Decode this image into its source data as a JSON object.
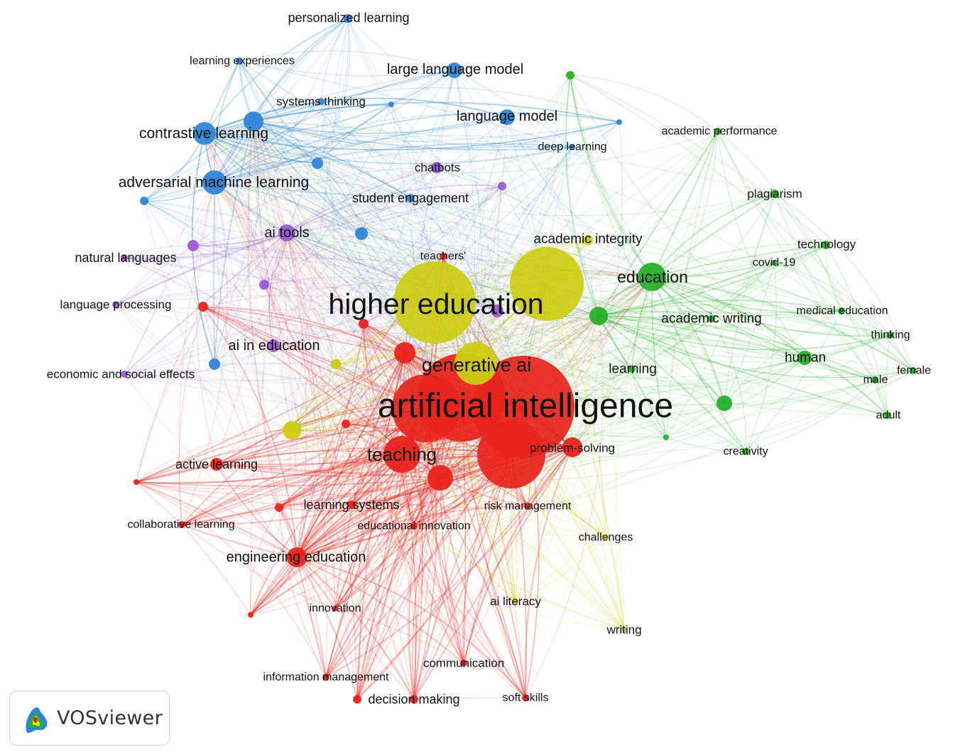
{
  "app": {
    "name": "VOSviewer",
    "logo_icon": "vosviewer-logo-icon"
  },
  "colors": {
    "red": "#e8231c",
    "yellow": "#cccc12",
    "green": "#27b02a",
    "blue": "#2f86d6",
    "purple": "#9b5bd1"
  },
  "nodes": [
    {
      "id": "artificial-intelligence",
      "label": "artificial intelligence",
      "cluster": "red"
    },
    {
      "id": "higher-education",
      "label": "higher education",
      "cluster": "yellow"
    },
    {
      "id": "generative-ai",
      "label": "generative ai",
      "cluster": "yellow"
    },
    {
      "id": "teaching",
      "label": "teaching",
      "cluster": "red"
    },
    {
      "id": "problem-solving",
      "label": "problem-solving",
      "cluster": "red"
    },
    {
      "id": "education",
      "label": "education",
      "cluster": "green"
    },
    {
      "id": "academic-integrity",
      "label": "academic integrity",
      "cluster": "yellow"
    },
    {
      "id": "academic-writing",
      "label": "academic writing",
      "cluster": "green"
    },
    {
      "id": "learning",
      "label": "learning",
      "cluster": "green"
    },
    {
      "id": "creativity",
      "label": "creativity",
      "cluster": "green"
    },
    {
      "id": "human",
      "label": "human",
      "cluster": "green"
    },
    {
      "id": "medical-education",
      "label": "medical education",
      "cluster": "green"
    },
    {
      "id": "thinking",
      "label": "thinking",
      "cluster": "green"
    },
    {
      "id": "female",
      "label": "female",
      "cluster": "green"
    },
    {
      "id": "male",
      "label": "male",
      "cluster": "green"
    },
    {
      "id": "adult",
      "label": "adult",
      "cluster": "green"
    },
    {
      "id": "covid-19",
      "label": "covid-19",
      "cluster": "green"
    },
    {
      "id": "technology",
      "label": "technology",
      "cluster": "green"
    },
    {
      "id": "plagiarism",
      "label": "plagiarism",
      "cluster": "green"
    },
    {
      "id": "academic-performance",
      "label": "academic performance",
      "cluster": "green"
    },
    {
      "id": "deep-learning",
      "label": "deep learning",
      "cluster": "blue"
    },
    {
      "id": "language-model",
      "label": "language model",
      "cluster": "blue"
    },
    {
      "id": "large-language-model",
      "label": "large language model",
      "cluster": "blue"
    },
    {
      "id": "personalized-learning",
      "label": "personalized learning",
      "cluster": "blue"
    },
    {
      "id": "learning-experiences",
      "label": "learning experiences",
      "cluster": "blue"
    },
    {
      "id": "systems-thinking",
      "label": "systems thinking",
      "cluster": "blue"
    },
    {
      "id": "contrastive-learning",
      "label": "contrastive learning",
      "cluster": "blue"
    },
    {
      "id": "adversarial-machine-learning",
      "label": "adversarial machine learning",
      "cluster": "blue"
    },
    {
      "id": "chatbots",
      "label": "chatbots",
      "cluster": "purple"
    },
    {
      "id": "student-engagement",
      "label": "student engagement",
      "cluster": "blue"
    },
    {
      "id": "ai-tools",
      "label": "ai tools",
      "cluster": "purple"
    },
    {
      "id": "natural-languages",
      "label": "natural languages",
      "cluster": "purple"
    },
    {
      "id": "language-processing",
      "label": "language processing",
      "cluster": "purple"
    },
    {
      "id": "ai-in-education",
      "label": "ai in education",
      "cluster": "purple"
    },
    {
      "id": "economic-and-social-effects",
      "label": "economic and social effects",
      "cluster": "purple"
    },
    {
      "id": "teachers",
      "label": "teachers'",
      "cluster": "red"
    },
    {
      "id": "active-learning",
      "label": "active learning",
      "cluster": "red"
    },
    {
      "id": "collaborative-learning",
      "label": "collaborative learning",
      "cluster": "red"
    },
    {
      "id": "learning-systems",
      "label": "learning systems",
      "cluster": "red"
    },
    {
      "id": "educational-innovation",
      "label": "educational innovation",
      "cluster": "red"
    },
    {
      "id": "risk-management",
      "label": "risk management",
      "cluster": "red"
    },
    {
      "id": "challenges",
      "label": "challenges",
      "cluster": "yellow"
    },
    {
      "id": "engineering-education",
      "label": "engineering education",
      "cluster": "red"
    },
    {
      "id": "innovation",
      "label": "innovation",
      "cluster": "red"
    },
    {
      "id": "ai-literacy",
      "label": "ai literacy",
      "cluster": "yellow"
    },
    {
      "id": "writing",
      "label": "writing",
      "cluster": "yellow"
    },
    {
      "id": "communication",
      "label": "communication",
      "cluster": "red"
    },
    {
      "id": "information-management",
      "label": "information management",
      "cluster": "red"
    },
    {
      "id": "decision-making",
      "label": "decision making",
      "cluster": "red"
    },
    {
      "id": "soft-skills",
      "label": "soft skills",
      "cluster": "red"
    }
  ]
}
